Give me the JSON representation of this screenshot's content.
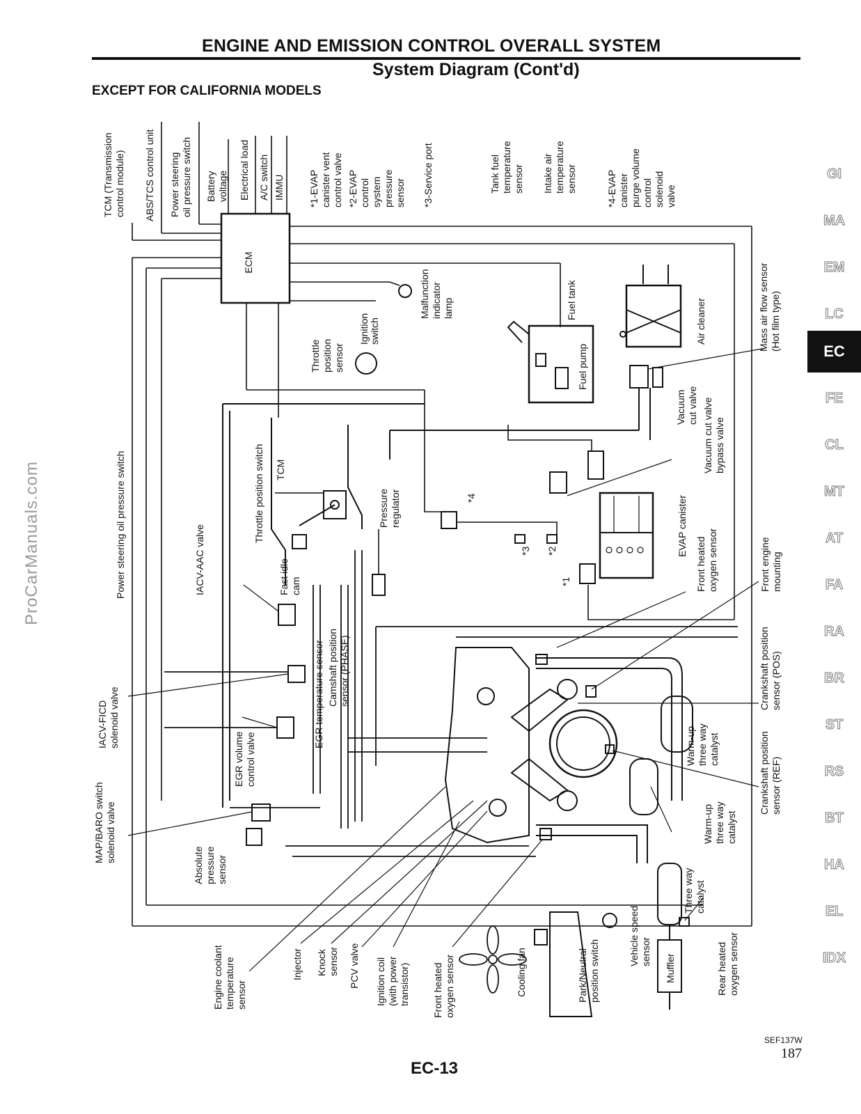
{
  "header": {
    "title": "ENGINE AND EMISSION CONTROL OVERALL SYSTEM",
    "subtitle": "System Diagram (Cont'd)",
    "section": "EXCEPT FOR CALIFORNIA MODELS"
  },
  "watermark": "ProCarManuals.com",
  "tabs": [
    {
      "label": "GI",
      "active": false
    },
    {
      "label": "MA",
      "active": false
    },
    {
      "label": "EM",
      "active": false
    },
    {
      "label": "LC",
      "active": false
    },
    {
      "label": "EC",
      "active": true
    },
    {
      "label": "FE",
      "active": false
    },
    {
      "label": "CL",
      "active": false
    },
    {
      "label": "MT",
      "active": false
    },
    {
      "label": "AT",
      "active": false
    },
    {
      "label": "FA",
      "active": false
    },
    {
      "label": "RA",
      "active": false
    },
    {
      "label": "BR",
      "active": false
    },
    {
      "label": "ST",
      "active": false
    },
    {
      "label": "RS",
      "active": false
    },
    {
      "label": "BT",
      "active": false
    },
    {
      "label": "HA",
      "active": false
    },
    {
      "label": "EL",
      "active": false
    },
    {
      "label": "IDX",
      "active": false
    }
  ],
  "diagram": {
    "ecm": "ECM",
    "top_inputs": [
      {
        "id": "tcm",
        "lines": [
          "TCM (Transmission",
          "control module)"
        ]
      },
      {
        "id": "abs",
        "lines": [
          "ABS/TCS control unit"
        ]
      },
      {
        "id": "ps",
        "lines": [
          "Power steering",
          "oil pressure switch"
        ]
      },
      {
        "id": "battery",
        "lines": [
          "Battery",
          "voltage"
        ]
      },
      {
        "id": "eload",
        "lines": [
          "Electrical load"
        ]
      },
      {
        "id": "ac",
        "lines": [
          "A/C switch"
        ]
      },
      {
        "id": "immu",
        "lines": [
          "IMMU"
        ]
      },
      {
        "id": "n1",
        "lines": [
          "*1-EVAP",
          "canister vent",
          "control valve"
        ]
      },
      {
        "id": "n2",
        "lines": [
          "*2-EVAP",
          "control",
          "system",
          "pressure",
          "sensor"
        ]
      },
      {
        "id": "n3",
        "lines": [
          "*3-Service port"
        ]
      },
      {
        "id": "tankfuel",
        "lines": [
          "Tank fuel",
          "temperature",
          "sensor"
        ]
      },
      {
        "id": "intake",
        "lines": [
          "Intake air",
          "temperature",
          "sensor"
        ]
      },
      {
        "id": "n4",
        "lines": [
          "*4-EVAP",
          "canister",
          "purge volume",
          "control",
          "solenoid",
          "valve"
        ]
      }
    ],
    "components": {
      "mil": [
        "Malfunction",
        "indicator",
        "lamp"
      ],
      "ignition": [
        "Ignition",
        "switch"
      ],
      "tps": [
        "Throttle",
        "position",
        "sensor"
      ],
      "fuel_tank": "Fuel tank",
      "fuel_pump": "Fuel pump",
      "air_cleaner": "Air cleaner",
      "maf": [
        "Mass air flow sensor",
        "(Hot film type)"
      ],
      "vac_cut": [
        "Vacuum",
        "cut valve"
      ],
      "vac_bypass": [
        "Vacuum cut valve",
        "bypass valve"
      ],
      "evap_canister": "EVAP canister",
      "front_o2_right": [
        "Front heated",
        "oxygen sensor"
      ],
      "front_mount": [
        "Front engine",
        "mounting"
      ],
      "pressure_reg": [
        "Pressure",
        "regulator"
      ],
      "throttle_switch": "Throttle position switch",
      "tcm_small": "TCM",
      "fast_idle": [
        "Fast idle",
        "cam"
      ],
      "iacv_aac": "IACV-AAC valve",
      "ps_switch": "Power steering oil pressure switch",
      "egr_temp": "EGR temperature sensor",
      "cam_pos": [
        "Camshaft position",
        "sensor (PHASE)"
      ],
      "iacv_ficd": [
        "IACV-FICD",
        "solenoid valve"
      ],
      "egr_vol": [
        "EGR volume",
        "control valve"
      ],
      "map_baro": [
        "MAP/BARO switch",
        "solenoid valve"
      ],
      "abs_press": [
        "Absolute",
        "pressure",
        "sensor"
      ],
      "crank_pos": [
        "Crankshaft position",
        "sensor (POS)"
      ],
      "warmup1": [
        "Warm-up",
        "three way",
        "catalyst"
      ],
      "crank_ref": [
        "Crankshaft position",
        "sensor (REF)"
      ],
      "warmup2": [
        "Warm-up",
        "three way",
        "catalyst"
      ],
      "three_way": [
        "Three way",
        "catalyst"
      ],
      "muffler": "Muffler",
      "rear_o2": [
        "Rear heated",
        "oxygen sensor"
      ],
      "vss": [
        "Vehicle speed",
        "sensor"
      ],
      "pnp": [
        "Park/Neutral",
        "position switch"
      ],
      "cooling_fan": "Cooling fan",
      "front_o2_bottom": [
        "Front heated",
        "oxygen sensor"
      ],
      "ign_coil": [
        "Ignition coil",
        "(with power",
        "transistor)"
      ],
      "pcv": "PCV valve",
      "knock": [
        "Knock",
        "sensor"
      ],
      "injector": "Injector",
      "coolant": [
        "Engine coolant",
        "temperature",
        "sensor"
      ],
      "mark1": "*1",
      "mark2": "*2",
      "mark3": "*3",
      "mark4": "*4"
    }
  },
  "footer": {
    "figure_code": "SEF137W",
    "page_number": "187",
    "page_code": "EC-13"
  }
}
